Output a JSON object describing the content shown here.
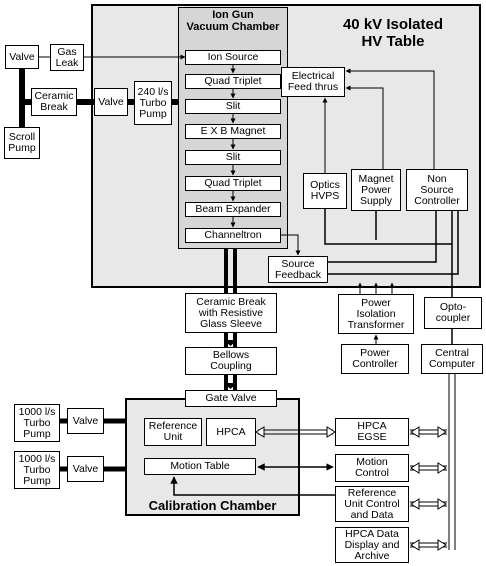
{
  "regions": {
    "hv_table": "40 kV Isolated\nHV Table",
    "vacuum_chamber": "Ion Gun\nVacuum Chamber",
    "calibration_chamber": "Calibration Chamber"
  },
  "ion_gun_stack": [
    "Ion Source",
    "Quad Triplet",
    "Slit",
    "E X B Magnet",
    "Slit",
    "Quad Triplet",
    "Beam Expander",
    "Channeltron"
  ],
  "gas": {
    "valve": "Valve",
    "gas_leak": "Gas\nLeak",
    "ceramic_break": "Ceramic\nBreak",
    "valve2": "Valve",
    "turbo": "240 l/s\nTurbo\nPump",
    "scroll": "Scroll\nPump"
  },
  "hv": {
    "feed_thrus": "Electrical\nFeed thrus",
    "optics_hvps": "Optics\nHVPS",
    "magnet_power": "Magnet\nPower\nSupply",
    "non_source": "Non\nSource\nController",
    "source_feedback": "Source\nFeedback"
  },
  "middle": {
    "ceramic_break_glass": "Ceramic Break\nwith Resistive\nGlass Sleeve",
    "bellows": "Bellows\nCoupling",
    "gate_valve": "Gate Valve"
  },
  "right": {
    "power_isolation": "Power\nIsolation\nTransformer",
    "power_controller": "Power\nController",
    "optocoupler": "Opto-\ncoupler",
    "central_computer": "Central\nComputer"
  },
  "calibration": {
    "reference_unit": "Reference\nUnit",
    "hpca": "HPCA",
    "motion_table": "Motion Table"
  },
  "pumps": {
    "turbo_a": "1000 l/s\nTurbo\nPump",
    "valve_a": "Valve",
    "turbo_b": "1000 l/s\nTurbo\nPump",
    "valve_b": "Valve"
  },
  "external": {
    "hpca_egse": "HPCA\nEGSE",
    "motion_control": "Motion\nControl",
    "ref_unit_control": "Reference\nUnit Control\nand Data",
    "hpca_display": "HPCA Data\nDisplay and\nArchive"
  }
}
